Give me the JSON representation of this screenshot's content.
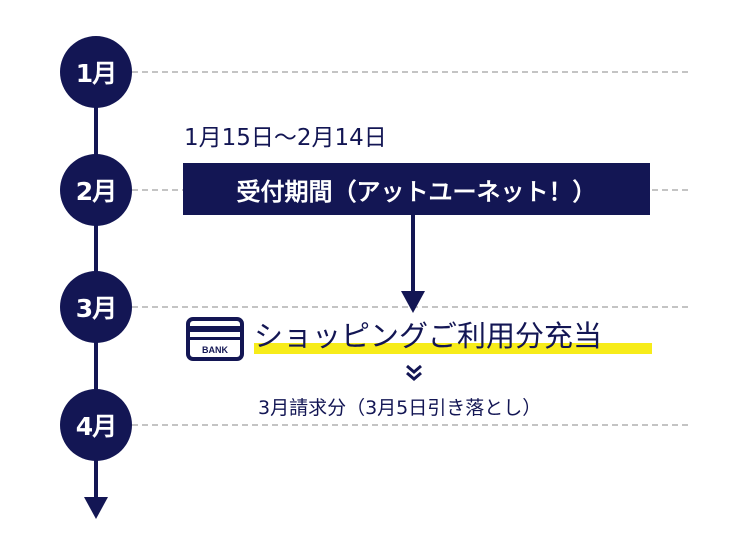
{
  "timeline": {
    "months": [
      {
        "label": "1月"
      },
      {
        "label": "2月"
      },
      {
        "label": "3月"
      },
      {
        "label": "4月"
      }
    ]
  },
  "application": {
    "period_label": "1月15日〜2月14日",
    "box_label": "受付期間（アットユーネット！）"
  },
  "result": {
    "icon_text": "BANK",
    "label": "ショッピングご利用分充当",
    "billing_label": "3月請求分（3月5日引き落とし）"
  },
  "colors": {
    "navy": "#131654",
    "highlight": "#f7ec1a",
    "dash": "#c4c4c4"
  }
}
